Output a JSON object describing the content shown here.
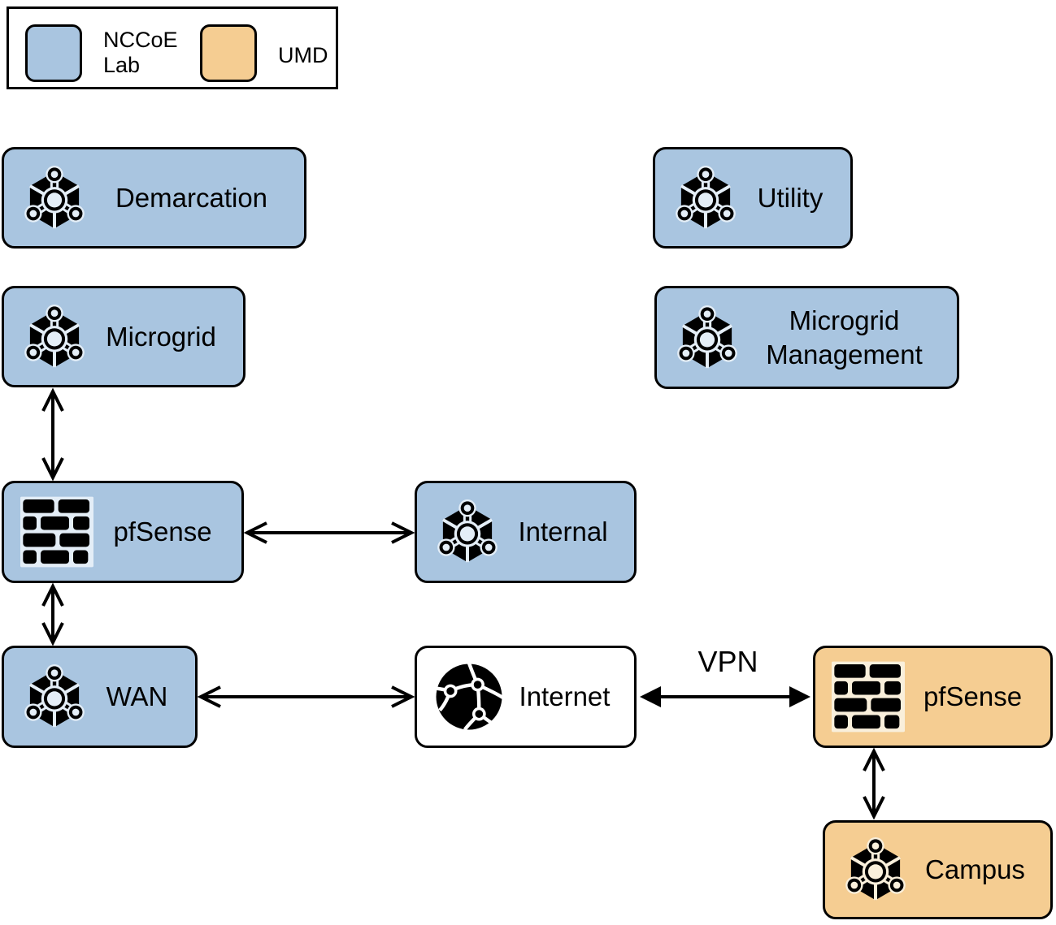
{
  "legend": {
    "items": [
      {
        "label": "NCCoE Lab",
        "color": "#a9c5e0"
      },
      {
        "label": "UMD",
        "color": "#f5cd92"
      }
    ]
  },
  "nodes": {
    "demarcation": {
      "label": "Demarcation",
      "group": "NCCoE Lab",
      "icon": "network-segment"
    },
    "utility": {
      "label": "Utility",
      "group": "NCCoE Lab",
      "icon": "network-segment"
    },
    "microgrid": {
      "label": "Microgrid",
      "group": "NCCoE Lab",
      "icon": "network-segment"
    },
    "microgrid_management": {
      "label": "Microgrid Management",
      "group": "NCCoE Lab",
      "icon": "network-segment"
    },
    "pfsense_nccoe": {
      "label": "pfSense",
      "group": "NCCoE Lab",
      "icon": "firewall"
    },
    "internal": {
      "label": "Internal",
      "group": "NCCoE Lab",
      "icon": "network-segment"
    },
    "wan": {
      "label": "WAN",
      "group": "NCCoE Lab",
      "icon": "network-segment"
    },
    "internet": {
      "label": "Internet",
      "group": "none",
      "icon": "globe"
    },
    "pfsense_umd": {
      "label": "pfSense",
      "group": "UMD",
      "icon": "firewall"
    },
    "campus": {
      "label": "Campus",
      "group": "UMD",
      "icon": "network-segment"
    }
  },
  "edges": [
    {
      "from": "Microgrid",
      "to": "pfSense (NCCoE Lab)",
      "style": "double-arrow-open",
      "label": ""
    },
    {
      "from": "pfSense (NCCoE Lab)",
      "to": "Internal",
      "style": "double-arrow-open",
      "label": ""
    },
    {
      "from": "pfSense (NCCoE Lab)",
      "to": "WAN",
      "style": "double-arrow-open",
      "label": ""
    },
    {
      "from": "WAN",
      "to": "Internet",
      "style": "double-arrow-open",
      "label": ""
    },
    {
      "from": "Internet",
      "to": "pfSense (UMD)",
      "style": "double-arrow-solid",
      "label": "VPN"
    },
    {
      "from": "pfSense (UMD)",
      "to": "Campus",
      "style": "double-arrow-open",
      "label": ""
    }
  ],
  "colors": {
    "nccoe_fill": "#a9c5e0",
    "umd_fill": "#f5cd92",
    "internet_fill": "#ffffff",
    "stroke": "#000000"
  }
}
